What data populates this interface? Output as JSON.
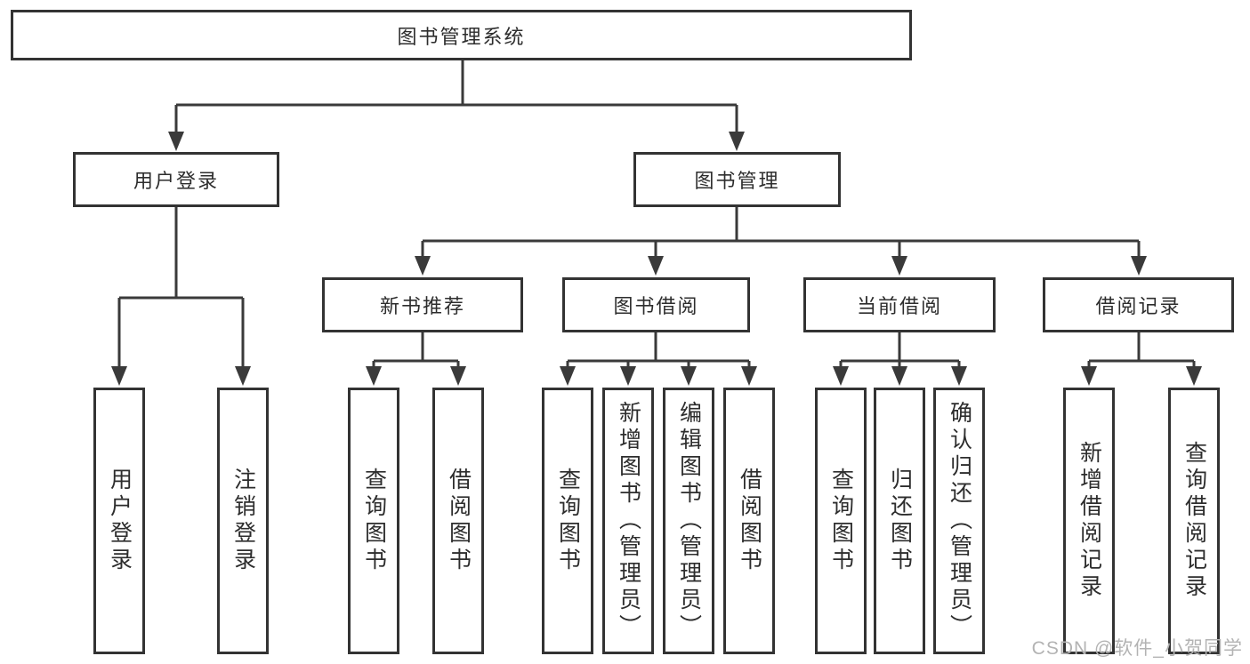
{
  "diagram_type": "hierarchy-diagram",
  "tree": {
    "label": "图书管理系统",
    "children": [
      {
        "label": "用户登录",
        "children": [
          {
            "label": "用户登录"
          },
          {
            "label": "注销登录"
          }
        ]
      },
      {
        "label": "图书管理",
        "children": [
          {
            "label": "新书推荐",
            "children": [
              {
                "label": "查询图书"
              },
              {
                "label": "借阅图书"
              }
            ]
          },
          {
            "label": "图书借阅",
            "children": [
              {
                "label": "查询图书"
              },
              {
                "label": "新增图书（管理员）"
              },
              {
                "label": "编辑图书（管理员）"
              },
              {
                "label": "借阅图书"
              }
            ]
          },
          {
            "label": "当前借阅",
            "children": [
              {
                "label": "查询图书"
              },
              {
                "label": "归还图书"
              },
              {
                "label": "确认归还（管理员）"
              }
            ]
          },
          {
            "label": "借阅记录",
            "children": [
              {
                "label": "新增借阅记录"
              },
              {
                "label": "查询借阅记录"
              }
            ]
          }
        ]
      }
    ]
  },
  "watermark": {
    "text": "CSDN @软件_小贺同学"
  },
  "colors": {
    "background": "#ffffff",
    "line": "#3a3a3a",
    "box_border": "#333333",
    "text": "#2d2d2d",
    "watermark": "#b3b3b3"
  }
}
